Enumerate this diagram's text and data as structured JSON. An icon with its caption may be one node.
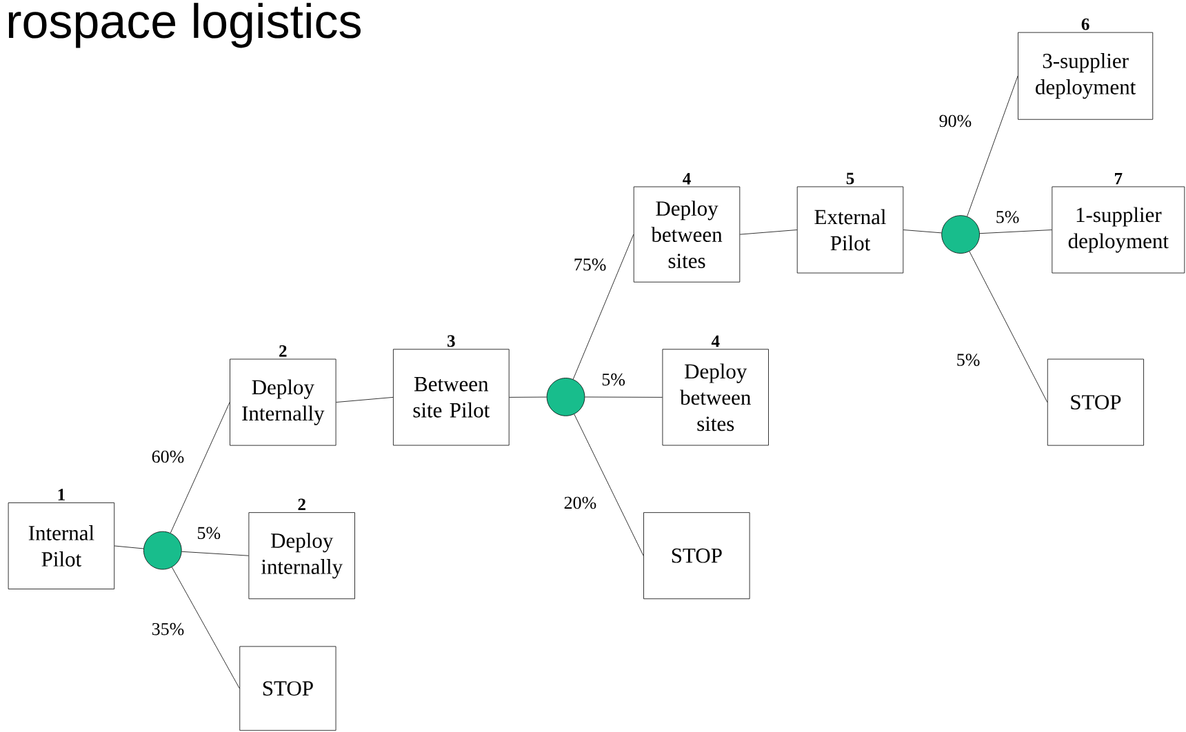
{
  "diagram": {
    "title": "rospace logistics",
    "nodes": [
      {
        "text": [
          "1",
          "Internal Pilot"
        ]
      },
      {
        "text": [],
        "shape": "circle"
      },
      {
        "text": [
          "2",
          "Deploy Internally"
        ]
      },
      {
        "text": [
          "2",
          "Deploy internally"
        ]
      },
      {
        "text": [
          "STOP"
        ]
      },
      {
        "text": [
          "3",
          "Between site Pilot"
        ]
      },
      {
        "text": [],
        "shape": "circle"
      },
      {
        "text": [
          "4",
          "Deploy between sites"
        ]
      },
      {
        "text": [
          "4",
          "Deploy between sites"
        ]
      },
      {
        "text": [
          "STOP"
        ]
      },
      {
        "text": [
          "5",
          "External Pilot"
        ]
      },
      {
        "text": [],
        "shape": "circle"
      },
      {
        "text": [
          "6",
          "3-supplier deployment"
        ]
      },
      {
        "text": [
          "7",
          "1-supplier deployment"
        ]
      },
      {
        "text": [
          "STOP"
        ]
      }
    ],
    "edges": [
      {
        "from": 0,
        "to": 1,
        "arrow": "none"
      },
      {
        "from": 1,
        "to": 2,
        "arrow": "none",
        "label": "60%"
      },
      {
        "from": 1,
        "to": 3,
        "arrow": "none",
        "label": "5%"
      },
      {
        "from": 1,
        "to": 4,
        "arrow": "none",
        "label": "35%"
      },
      {
        "from": 2,
        "to": 5,
        "arrow": "none"
      },
      {
        "from": 5,
        "to": 6,
        "arrow": "none"
      },
      {
        "from": 6,
        "to": 7,
        "arrow": "none",
        "label": "75%"
      },
      {
        "from": 6,
        "to": 8,
        "arrow": "none",
        "label": "5%"
      },
      {
        "from": 6,
        "to": 9,
        "arrow": "none",
        "label": "20%"
      },
      {
        "from": 7,
        "to": 10,
        "arrow": "none"
      },
      {
        "from": 10,
        "to": 11,
        "arrow": "none"
      },
      {
        "from": 11,
        "to": 12,
        "arrow": "none",
        "label": "90%"
      },
      {
        "from": 11,
        "to": 13,
        "arrow": "none",
        "label": "5%"
      },
      {
        "from": 11,
        "to": 14,
        "arrow": "none",
        "label": "5%"
      }
    ]
  }
}
